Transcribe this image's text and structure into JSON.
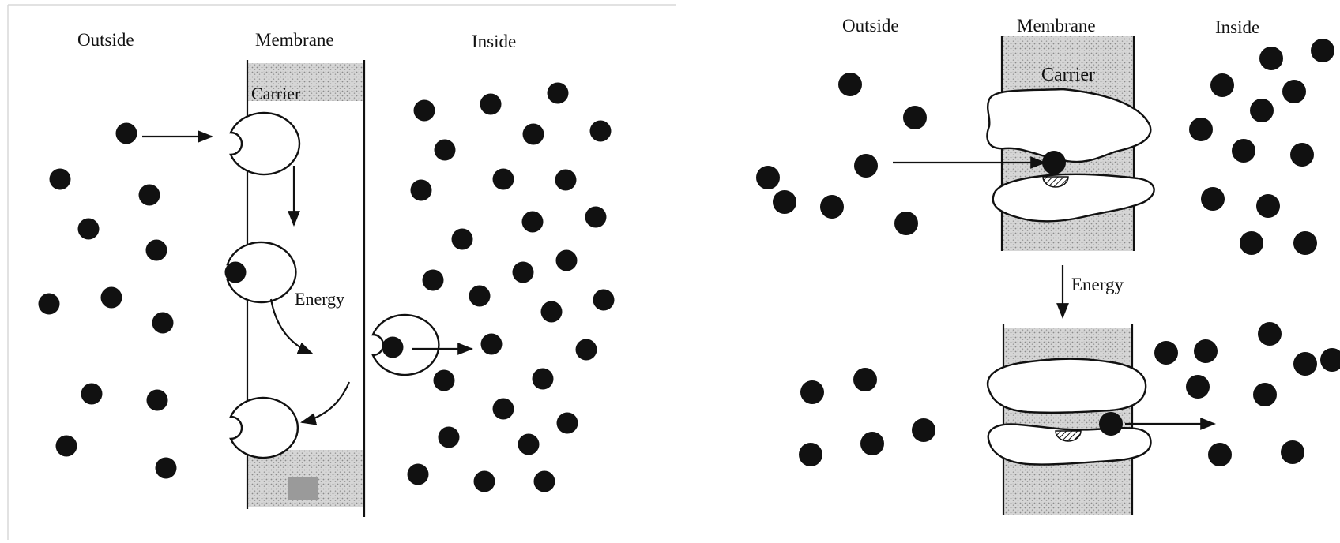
{
  "panel_left": {
    "labels": {
      "outside": "Outside",
      "membrane": "Membrane",
      "inside": "Inside",
      "carrier": "Carrier",
      "energy": "Energy"
    }
  },
  "panel_right": {
    "labels": {
      "outside": "Outside",
      "membrane": "Membrane",
      "inside": "Inside",
      "carrier": "Carrier",
      "energy": "Energy"
    }
  },
  "colors": {
    "ink": "#111111",
    "membrane_fill": "#c9c9c9",
    "background": "#ffffff"
  }
}
